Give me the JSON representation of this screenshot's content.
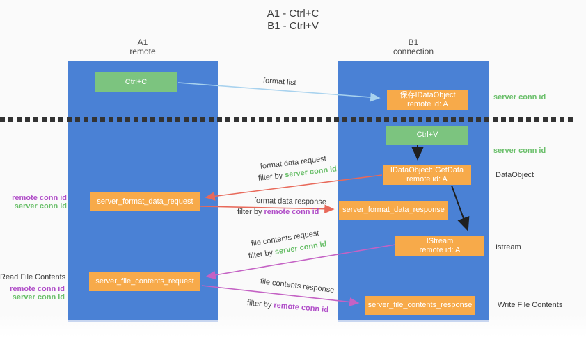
{
  "title": {
    "line1": "A1 - Ctrl+C",
    "line2": "B1 - Ctrl+V"
  },
  "columns": {
    "a1": {
      "name": "A1",
      "subtitle": "remote"
    },
    "b1": {
      "name": "B1",
      "subtitle": "connection"
    }
  },
  "nodes": {
    "ctrl_c": {
      "label": "Ctrl+C"
    },
    "save_dataobject": {
      "line1": "保存IDataObject",
      "line2": "remote id: A"
    },
    "ctrl_v": {
      "label": "Ctrl+V"
    },
    "getdata": {
      "line1": "IDataObject::GetData",
      "line2": "remote id: A"
    },
    "format_request": {
      "label": "server_format_data_request"
    },
    "format_response": {
      "label": "server_format_data_response"
    },
    "istream": {
      "line1": "IStream",
      "line2": "remote id: A"
    },
    "file_request": {
      "label": "server_file_contents_request"
    },
    "file_response": {
      "label": "server_file_contents_response"
    }
  },
  "arrow_labels": {
    "format_list": "format list",
    "format_data_request": "format data request",
    "format_data_response": "format data response",
    "file_contents_request": "file contents request",
    "file_contents_response": "file contents response",
    "filter_by": "filter by ",
    "server_conn_id": "server conn id",
    "remote_conn_id": "remote conn id"
  },
  "side_labels": {
    "remote_conn_id": "remote conn id",
    "server_conn_id": "server conn id",
    "read_file_contents": "Read File Contents",
    "write_file_contents": "Write File Contents",
    "dataobject": "DataObject",
    "istream": "Istream"
  },
  "colors": {
    "column_blue": "#4a81d5",
    "node_green": "#7cc47f",
    "node_orange": "#f7aa4a",
    "arrow_blue": "#a8d2ee",
    "arrow_red": "#e8695a",
    "arrow_purple": "#c462c4",
    "arrow_black": "#1f1f1f",
    "text_green": "#6abf6a",
    "text_purple": "#b04dc8"
  }
}
